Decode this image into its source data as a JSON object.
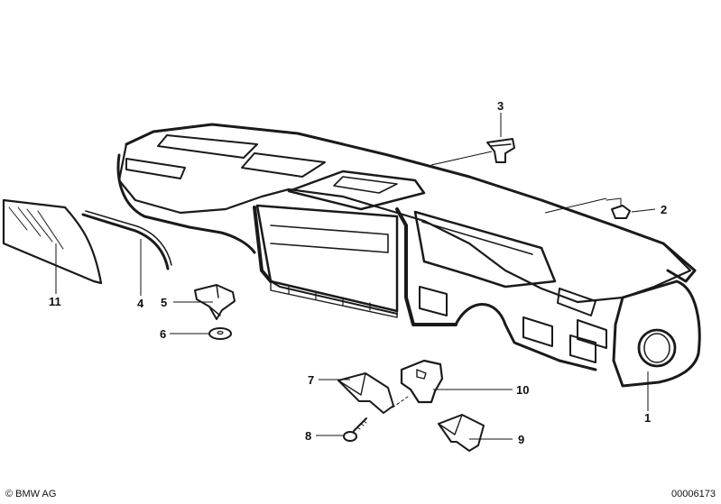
{
  "callouts": {
    "c1": "1",
    "c2": "2",
    "c3": "3",
    "c4": "4",
    "c5": "5",
    "c6": "6",
    "c7": "7",
    "c8": "8",
    "c9": "9",
    "c10": "10",
    "c11": "11"
  },
  "footer": {
    "copyright": "© BMW AG",
    "doc_number": "00006173"
  }
}
